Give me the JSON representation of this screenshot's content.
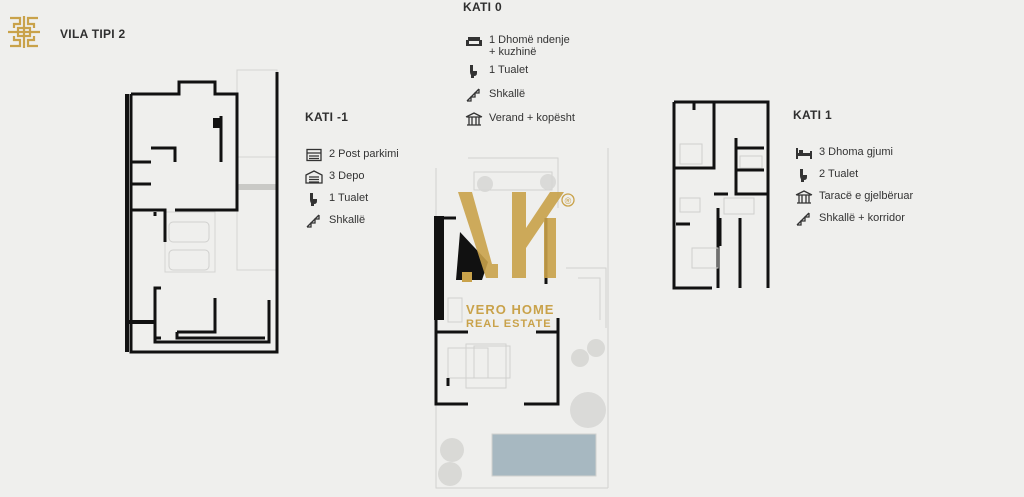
{
  "brand": {
    "title": "VILA TIPI 2",
    "logo_icon": "cross-pattern-logo",
    "accent": "#c9a24a"
  },
  "levels": {
    "basement": {
      "title": "KATI -1",
      "items": [
        {
          "icon": "garage-icon",
          "label": "2 Post parkimi"
        },
        {
          "icon": "storage-icon",
          "label": "3 Depo"
        },
        {
          "icon": "toilet-icon",
          "label": "1 Tualet"
        },
        {
          "icon": "stairs-icon",
          "label": "Shkallë"
        }
      ]
    },
    "ground": {
      "title": "KATI 0",
      "items": [
        {
          "icon": "sofa-icon",
          "label": "1 Dhomë ndenje",
          "label2": "+ kuzhinë"
        },
        {
          "icon": "toilet-icon",
          "label": "1 Tualet"
        },
        {
          "icon": "stairs-icon",
          "label": "Shkallë"
        },
        {
          "icon": "veranda-icon",
          "label": "Verand + kopësht"
        }
      ]
    },
    "first": {
      "title": "KATI 1",
      "items": [
        {
          "icon": "bed-icon",
          "label": "3 Dhoma gjumi"
        },
        {
          "icon": "toilet-icon",
          "label": "2 Tualet"
        },
        {
          "icon": "terrace-icon",
          "label": "Taracë e gjelbëruar"
        },
        {
          "icon": "stairs-icon",
          "label": "Shkallë + korridor"
        }
      ]
    }
  },
  "watermark": {
    "line1": "VERO HOME",
    "line2": "REAL ESTATE",
    "mark": "®"
  }
}
